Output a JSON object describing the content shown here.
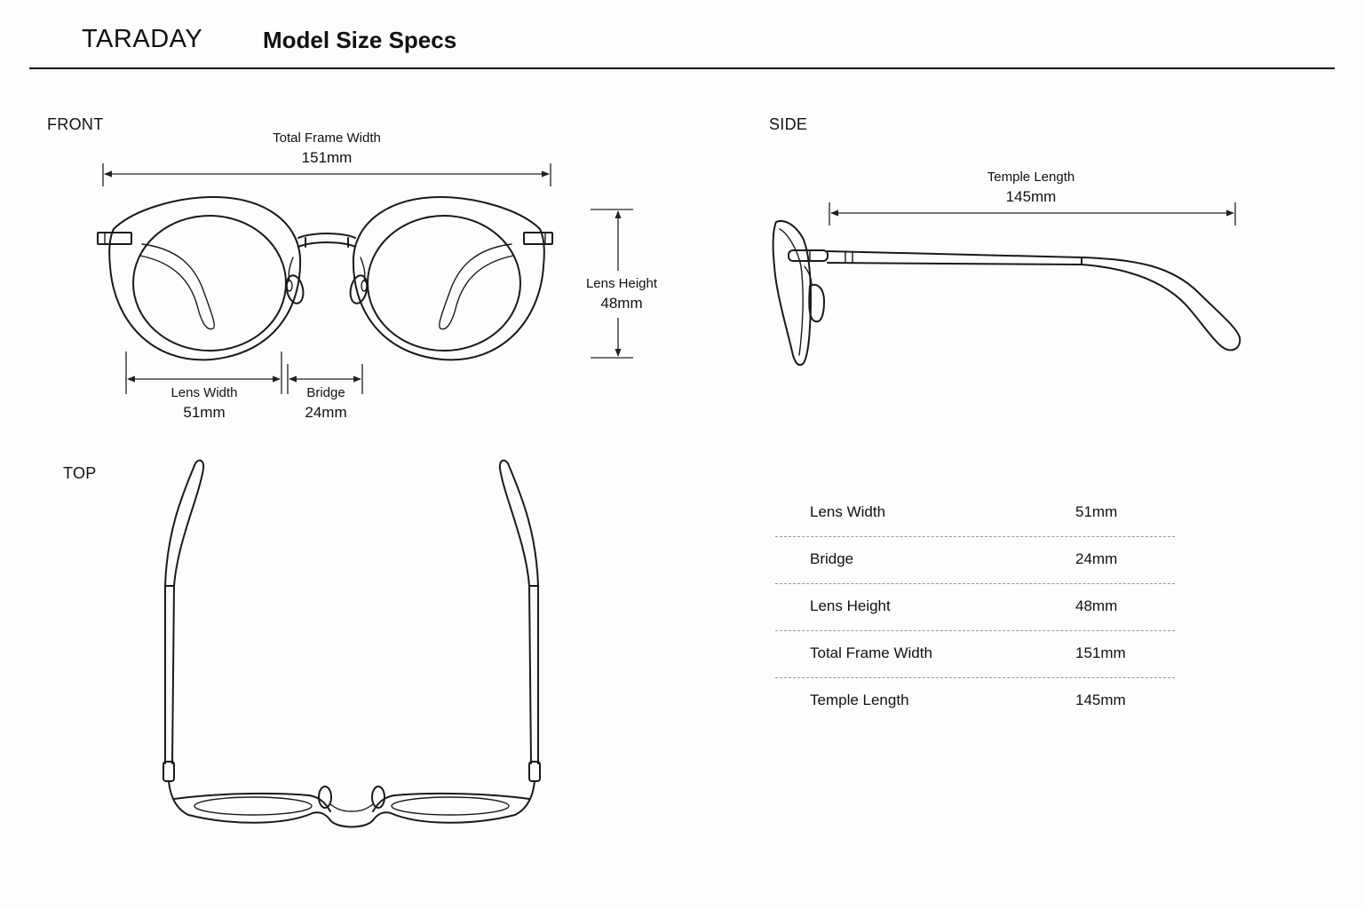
{
  "header": {
    "brand": "TARADAY",
    "title": "Model Size Specs"
  },
  "views": {
    "front": "FRONT",
    "side": "SIDE",
    "top": "TOP"
  },
  "dimensions": {
    "total_frame_width": {
      "label": "Total Frame Width",
      "value": "151mm"
    },
    "lens_height": {
      "label": "Lens Height",
      "value": "48mm"
    },
    "lens_width": {
      "label": "Lens Width",
      "value": "51mm"
    },
    "bridge": {
      "label": "Bridge",
      "value": "24mm"
    },
    "temple_length": {
      "label": "Temple Length",
      "value": "145mm"
    }
  },
  "spec_table": {
    "rows": [
      {
        "name": "Lens Width",
        "value": "51mm"
      },
      {
        "name": "Bridge",
        "value": "24mm"
      },
      {
        "name": "Lens Height",
        "value": "48mm"
      },
      {
        "name": "Total Frame Width",
        "value": "151mm"
      },
      {
        "name": "Temple Length",
        "value": "145mm"
      }
    ]
  },
  "colors": {
    "line": "#1a1a1a",
    "background": "#fdfdfd",
    "divider": "#9a9a9a"
  }
}
